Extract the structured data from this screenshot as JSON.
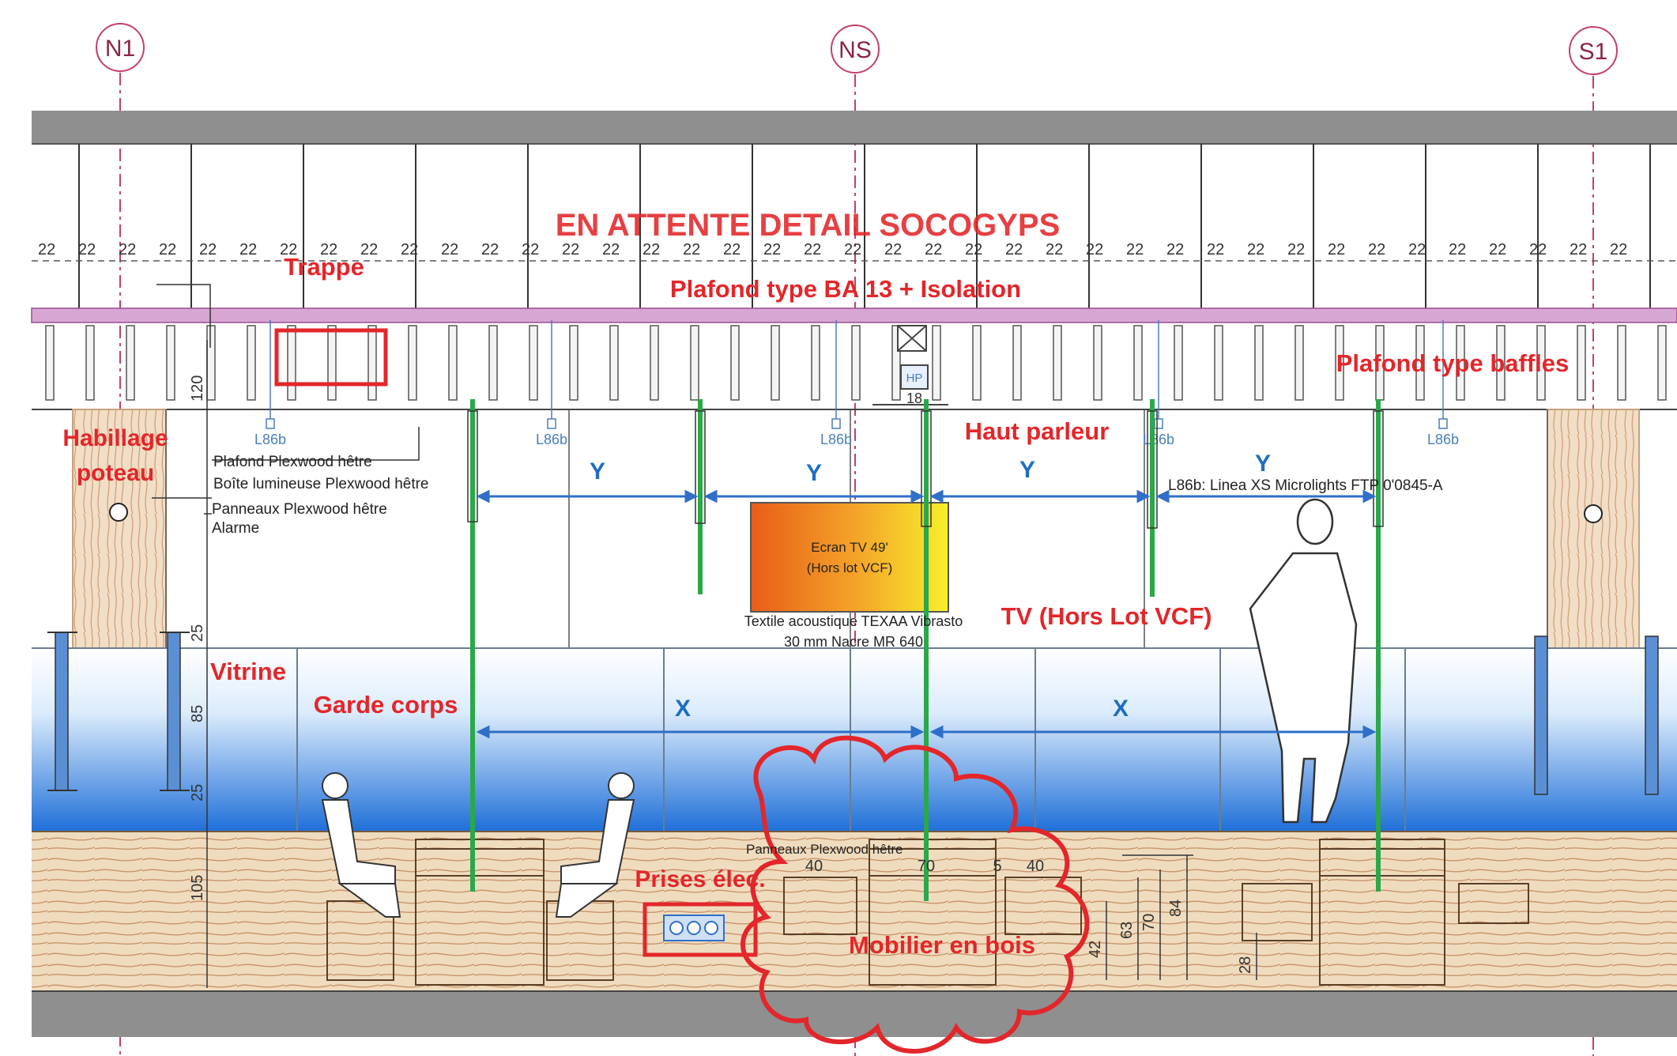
{
  "grid_labels": {
    "left": "N1",
    "center": "NS",
    "right": "S1"
  },
  "titles": {
    "main": "EN ATTENTE DETAIL SOCOGYPS",
    "plafond_ba13": "Plafond type BA 13 + Isolation",
    "plafond_baffles": "Plafond type baffles",
    "trappe": "Trappe",
    "haut_parleur": "Haut parleur",
    "habillage_line1": "Habillage",
    "habillage_line2": "poteau",
    "vitrine": "Vitrine",
    "garde_corps": "Garde corps",
    "tv": "TV (Hors Lot VCF)",
    "prises": "Prises élec.",
    "mobilier": "Mobilier en bois"
  },
  "annotations": {
    "plafond_plexwood": "Plafond Plexwood hêtre",
    "boite_lumineuse": "Boîte lumineuse Plexwood hêtre",
    "panneaux_plexwood": "Panneaux Plexwood hêtre",
    "alarme": "Alarme",
    "l86b_note": "L86b: Linea XS Microlights FTP 0'0845-A",
    "textile_line1": "Textile acoustique TEXAA Vibrasto",
    "textile_line2": "30 mm Nacre  MR 640",
    "panneaux_bottom": "Panneaux Plexwood hêtre",
    "hp": "HP"
  },
  "tv_screen": {
    "line1": "Ecran TV 49'",
    "line2": "(Hors lot VCF)"
  },
  "luminaire_tag": "L86b",
  "spacing_value": "22",
  "spacing_count": 40,
  "dimension_labels": {
    "height_120": "120",
    "height_25_top": "25",
    "height_85": "85",
    "height_25_bottom": "25",
    "height_105": "105",
    "hp_18": "18",
    "w40a": "40",
    "w70": "70",
    "w5": "5",
    "w40b": "40",
    "h42": "42",
    "h63": "63",
    "h70": "70",
    "h84": "84",
    "h28": "28"
  },
  "spacing_marks": {
    "y": "Y",
    "x": "X"
  },
  "colors": {
    "red_annotation": "#e3262a",
    "green_post": "#2aa84a",
    "blue_dimension": "#2f6fc8",
    "slab_grey": "#8f8f8f",
    "wood": "#ead3b3",
    "vitrine_blue": "#1d6fd9"
  }
}
